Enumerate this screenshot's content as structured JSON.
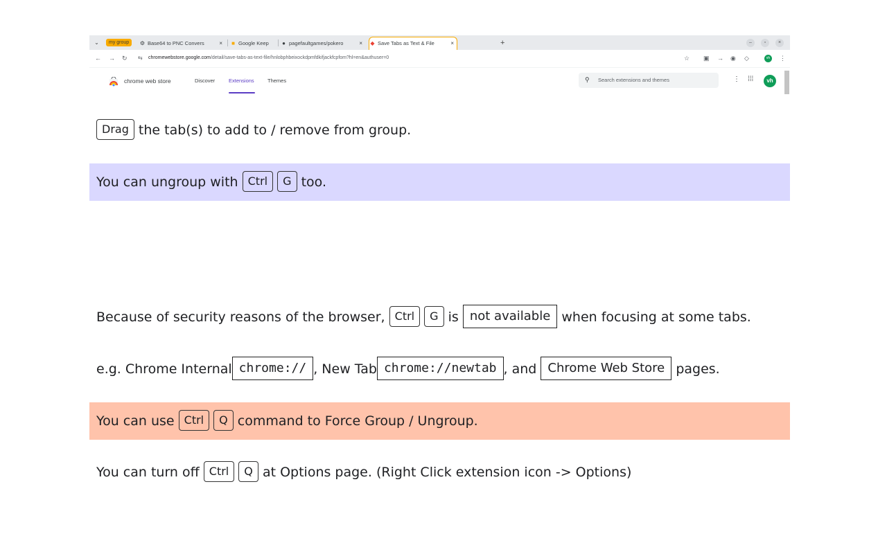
{
  "browser": {
    "tab_group_label": "my group",
    "tabs": [
      {
        "icon": "gear-icon",
        "title": "Base64 to PNC Convers"
      },
      {
        "icon": "keep-icon",
        "title": "Google Keep"
      },
      {
        "icon": "github-icon",
        "title": "pagefaultgames/pokero"
      },
      {
        "icon": "chrome-web-store-icon",
        "title": "Save Tabs as Text & File",
        "active": true
      }
    ],
    "new_tab_label": "+",
    "url_host": "chromewebstore.google.com",
    "url_path": "/detail/save-tabs-as-text-file/hnlobphbeixockdpmfdkifjackfcpfom?hl=en&authuser=0",
    "profile_initials": "vh"
  },
  "store": {
    "name": "chrome web store",
    "nav": [
      "Discover",
      "Extensions",
      "Themes"
    ],
    "active_nav": "Extensions",
    "search_placeholder": "Search extensions and themes",
    "avatar": "vh"
  },
  "colors": {
    "purple_band": "#dad8ff",
    "salmon_band": "#ffc3ab",
    "tab_group": "#f9ab00"
  },
  "lines": {
    "drag": {
      "key": "Drag",
      "text": "the tab(s) to add to / remove from group."
    },
    "ungroup": {
      "before": "You can ungroup with",
      "key1": "Ctrl",
      "key2": "G",
      "after": "too."
    },
    "security": {
      "before": "Because of security reasons of the browser,",
      "key1": "Ctrl",
      "key2": "G",
      "mid": "is",
      "tag": "not available",
      "after": "when focusing at some tabs."
    },
    "examples": {
      "before": "e.g. Chrome Internal",
      "tag1": "chrome://",
      "mid1": ", New Tab",
      "tag2": "chrome://newtab",
      "mid2": ", and",
      "tag3": "Chrome Web Store",
      "after": "pages."
    },
    "force": {
      "before": "You can use",
      "key1": "Ctrl",
      "key2": "Q",
      "after": "command to Force Group / Ungroup."
    },
    "options": {
      "before": "You can turn off",
      "key1": "Ctrl",
      "key2": "Q",
      "after": "at Options page. (Right Click extension icon -> Options)"
    }
  }
}
